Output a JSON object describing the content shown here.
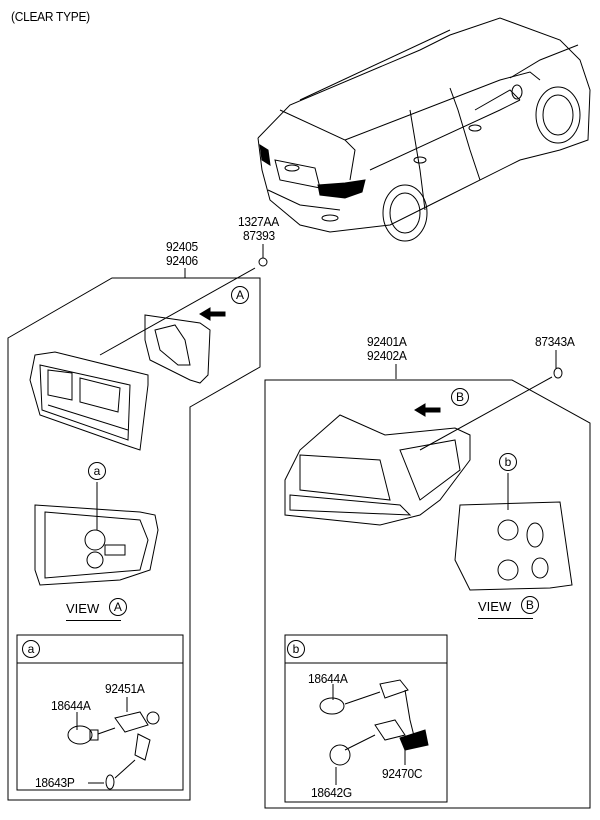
{
  "title": "(CLEAR TYPE)",
  "vehicle": {
    "name": "vehicle-rear-view-illustration"
  },
  "callouts": {
    "bolt_top": [
      "1327AA",
      "87393"
    ],
    "inner_lamp": [
      "92405",
      "92406"
    ],
    "outer_lamp": [
      "92401A",
      "92402A"
    ],
    "bolt_right": "87343A"
  },
  "views": {
    "view_a": {
      "label": "VIEW",
      "marker": "A"
    },
    "view_b": {
      "label": "VIEW",
      "marker": "B"
    }
  },
  "markers": {
    "a": "a",
    "b": "b",
    "A": "A",
    "B": "B"
  },
  "detail_a": {
    "marker": "a",
    "parts": {
      "socket": "92451A",
      "bulb_large": "18644A",
      "bulb_small": "18643P"
    }
  },
  "detail_b": {
    "marker": "b",
    "parts": {
      "bulb_upper": "18644A",
      "bulb_lower": "18642G",
      "socket": "92470C"
    }
  }
}
